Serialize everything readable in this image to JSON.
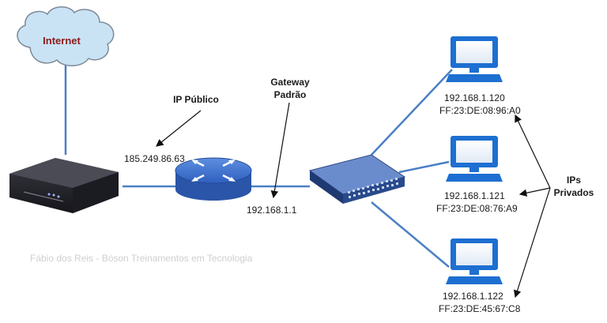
{
  "cloud": {
    "label": "Internet"
  },
  "router": {
    "public_ip_label": "IP Público",
    "public_ip": "185.249.86.63",
    "gateway_label_1": "Gateway",
    "gateway_label_2": "Padrão",
    "gateway_ip": "192.168.1.1"
  },
  "hosts": [
    {
      "ip": "192.168.1.120",
      "mac": "FF:23:DE:08:96:A0"
    },
    {
      "ip": "192.168.1.121",
      "mac": "FF:23:DE:08:76:A9"
    },
    {
      "ip": "192.168.1.122",
      "mac": "FF:23:DE:45:67:C8"
    }
  ],
  "private_label_1": "IPs",
  "private_label_2": "Privados",
  "watermark": "Fábio dos Reis - Bóson Treinamentos em Tecnologia",
  "colors": {
    "link": "#4a7fc4",
    "cloud_fill": "#c9e3f5",
    "cloud_text": "#8b1a1a",
    "computer": "#1d6fd1",
    "router": "#3d6fcf",
    "switch": "#3a5fa8"
  }
}
